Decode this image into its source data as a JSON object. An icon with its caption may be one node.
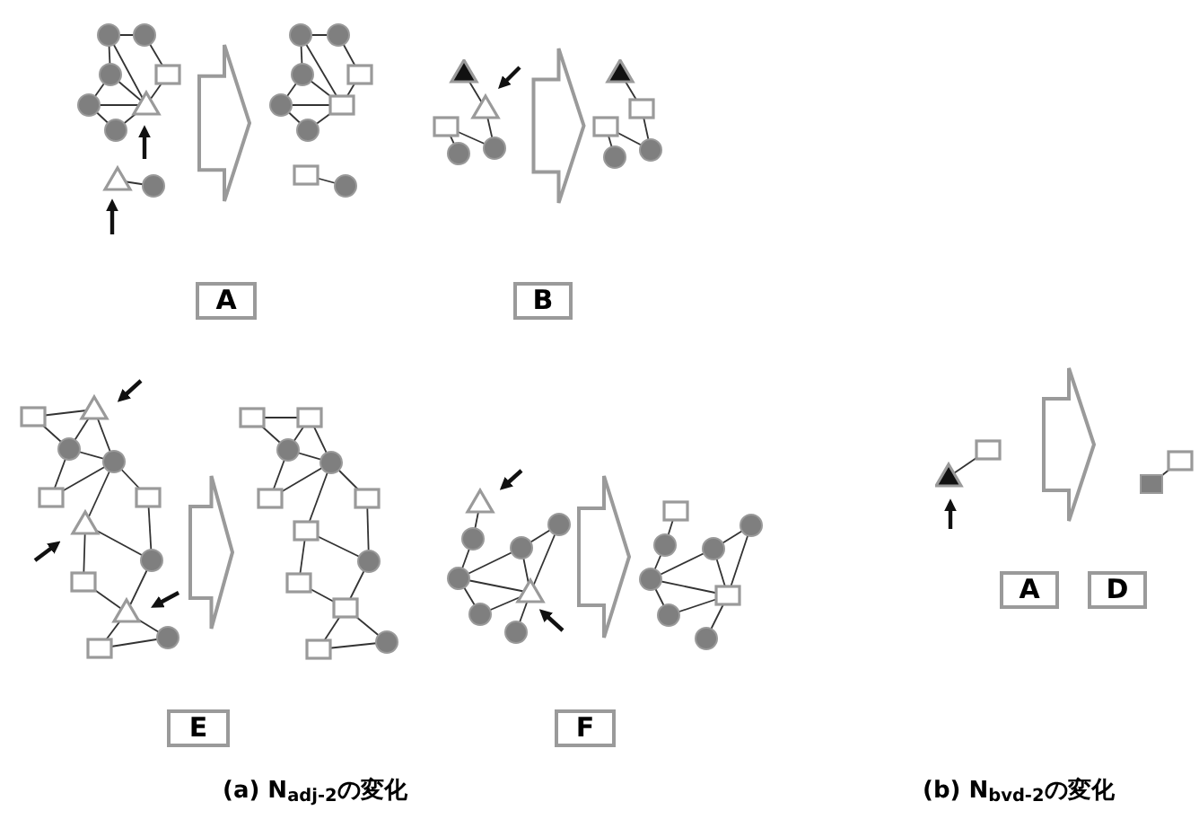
{
  "diagram": {
    "nodes": [
      {
        "text": [],
        "shape": "picture"
      },
      {
        "text": [],
        "shape": "picture"
      },
      {
        "text": [],
        "shape": "picture"
      },
      {
        "text": [],
        "shape": "picture"
      },
      {
        "text": [
          "A"
        ]
      },
      {
        "text": [
          "B"
        ]
      },
      {
        "text": [],
        "shape": "picture"
      },
      {
        "text": [],
        "shape": "picture"
      },
      {
        "text": [],
        "shape": "picture"
      },
      {
        "text": [],
        "shape": "picture"
      },
      {
        "text": [],
        "shape": "picture"
      },
      {
        "text": [],
        "shape": "picture"
      },
      {
        "text": [
          "A"
        ]
      },
      {
        "text": [
          "D"
        ]
      },
      {
        "text": [
          "E"
        ]
      },
      {
        "text": [
          "F"
        ]
      }
    ],
    "edges": [
      {
        "from": 0,
        "to": 1,
        "arrow": "to"
      },
      {
        "from": 2,
        "to": 3,
        "arrow": "to"
      },
      {
        "from": 6,
        "to": 7,
        "arrow": "to"
      },
      {
        "from": 8,
        "to": 9,
        "arrow": "to"
      },
      {
        "from": 10,
        "to": 11,
        "arrow": "to"
      }
    ],
    "labels": [
      "(a) N$_{adj-2}$の変化",
      "(b) N$_{bvd-2}$の変化"
    ]
  }
}
